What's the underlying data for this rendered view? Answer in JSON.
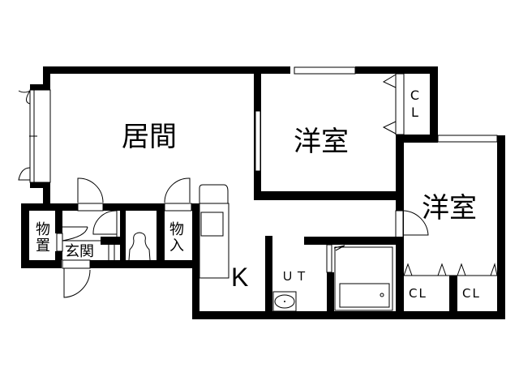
{
  "floorplan": {
    "rooms": {
      "living": "居間",
      "western_room_1": "洋室",
      "western_room_2": "洋室",
      "kitchen": "K",
      "utility": "ＵＴ",
      "storage": "物置",
      "entrance": "玄関",
      "closet_in": "物入",
      "closet_1": "CL",
      "closet_2": "CL",
      "closet_3": "CL"
    },
    "colors": {
      "wall": "#000000",
      "background": "#ffffff"
    }
  }
}
